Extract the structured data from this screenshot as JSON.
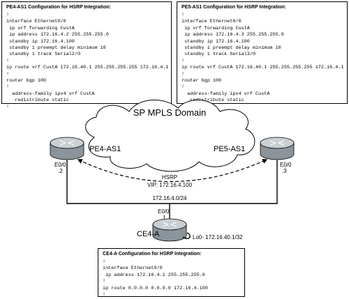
{
  "configs": {
    "pe4": {
      "title": "PE4-AS1 Configuration for HSRP Integration:",
      "lines": [
        "!",
        "interface Ethernet0/0",
        " ip vrf forwarding CustA",
        " ip address 172.16.4.2 255.255.255.0",
        " standby ip 172.16.4.100",
        " standby 1 preempt delay minimum 10",
        " standby 1 track Serial2/0",
        "!",
        "ip route vrf CustA 172.16.40.1 255.255.255.255 172.16.4.1",
        "!",
        "router bgp 100",
        "!",
        "  address-family ipv4 vrf CustA",
        "   redistribute static",
        "!"
      ]
    },
    "pe5": {
      "title": "PE5-AS1 Configuration for HSRP Integration:",
      "lines": [
        "!",
        "interface Ethernet0/0",
        " ip vrf forwarding CustA",
        " ip address 172.16.4.3 255.255.255.0",
        " standby ip 172.16.4.100",
        " standby 1 preempt delay minimum 10",
        " standby 1 track Serial3/0",
        "!",
        "ip route vrf CustA 172.16.40.1 255.255.255.255 172.16.4.1",
        "!",
        "router bgp 100",
        "!",
        "  address-family ipv4 vrf CustA",
        "   redistribute static",
        "!"
      ]
    },
    "ce4": {
      "title": "CE4-A Configuration for HSRP Integration:",
      "lines": [
        "!",
        "interface Ethernet0/0",
        " ip address 172.16.4.1 255.255.255.0",
        "!",
        "ip route 0.0.0.0 0.0.0.0 172.16.4.100",
        "!"
      ]
    }
  },
  "diagram": {
    "domain_title": "SP MPLS Domain",
    "pe4": {
      "name": "PE4-AS1",
      "iface": "E0/0",
      "host": ".2"
    },
    "pe5": {
      "name": "PE5-AS1",
      "iface": "E0/0",
      "host": ".3"
    },
    "ce4": {
      "name": "CE4-A",
      "iface": "E0/0",
      "host": ".1",
      "loopback": "Lo0- 172.16.40.1/32"
    },
    "hsrp": {
      "label": "HSRP",
      "vip": "VIP: 172.16.4.100"
    },
    "subnet": "172.16.4.0/24"
  },
  "colors": {
    "router_body": "#9aa3a8",
    "router_top": "#c9cfd2",
    "cloud_fill": "#ffffff",
    "line": "#000000"
  }
}
